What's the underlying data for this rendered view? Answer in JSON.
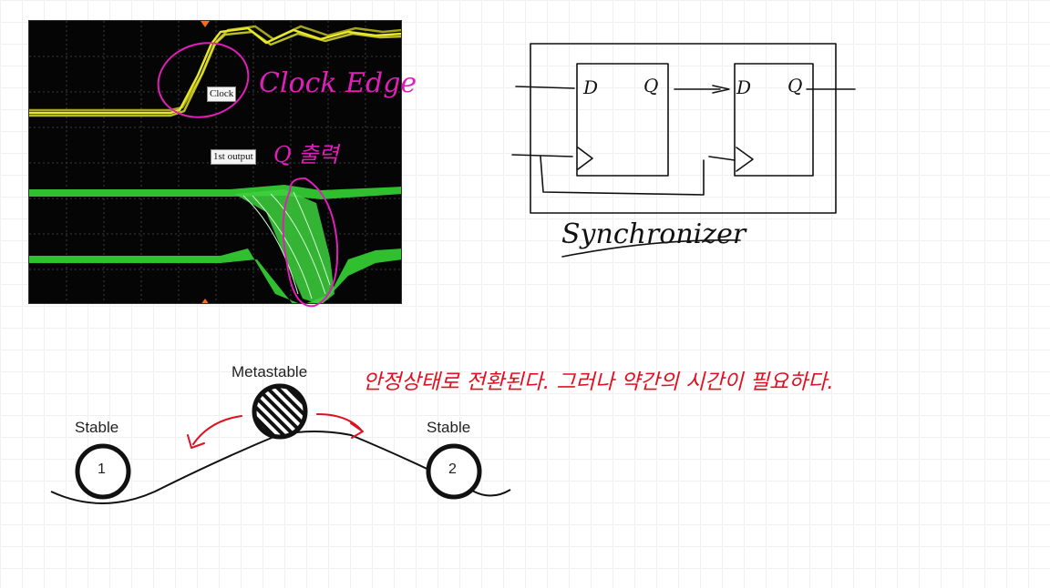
{
  "scope": {
    "clock_label": "Clock",
    "output_label": "1st output"
  },
  "annotations": {
    "clock_edge": "Clock Edge",
    "q_output": "Q 출력",
    "synchronizer": "Synchronizer",
    "note": "안정상태로 전환된다. 그러나 약간의 시간이 필요하다."
  },
  "synchronizer": {
    "ff1": {
      "d": "D",
      "q": "Q"
    },
    "ff2": {
      "d": "D",
      "q": "Q"
    }
  },
  "metastability": {
    "top_label": "Metastable",
    "left_label": "Stable",
    "right_label": "Stable",
    "left_ball": "1",
    "right_ball": "2"
  },
  "colors": {
    "clock_trace": "#e8e82a",
    "output_trace": "#2fbf2f",
    "annotation_pink": "#e01fb8",
    "annotation_red": "#e01020"
  }
}
